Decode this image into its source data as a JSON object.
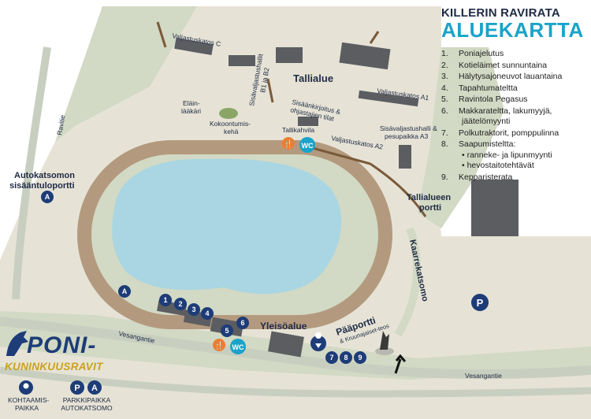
{
  "title": {
    "line1": "KILLERIN RAVIRATA",
    "line2": "ALUEKARTTA"
  },
  "legend": [
    {
      "num": "1.",
      "text": "Poniajelutus"
    },
    {
      "num": "2.",
      "text": "Kotieläimet sunnuntaina"
    },
    {
      "num": "3.",
      "text": "Hälytysajoneuvot lauantaina"
    },
    {
      "num": "4.",
      "text": "Tapahtumateltta"
    },
    {
      "num": "5.",
      "text": "Ravintola Pegasus"
    },
    {
      "num": "6.",
      "text": "Makkarateltta, lakumyyjä,",
      "text2": "jäätelömyynti"
    },
    {
      "num": "7.",
      "text": "Polkutraktorit, pomppulinna"
    },
    {
      "num": "8.",
      "text": "Saapumisteltta:",
      "text2": "• ranneke- ja lipunmyynti",
      "text3": "• hevostaitotehtävät"
    },
    {
      "num": "9.",
      "text": "Kepparisterata"
    }
  ],
  "labels": {
    "valjastuskatos_c": "Valjastuskatos C",
    "sisavaljastushallit_line1": "Sisävaljastushallit",
    "sisavaljastushallit_line2": "B1 ja B2",
    "tallialue": "Tallialue",
    "valjastuskatos_a1": "Valjastuskatos A1",
    "elainlaakari_line1": "Eläin-",
    "elainlaakari_line2": "lääkäri",
    "kokoontumiskeha_line1": "Kokoontumis-",
    "kokoontumiskeha_line2": "kehä",
    "sisaankirjoitus_line1": "Sisäänkirjoitus &",
    "sisaankirjoitus_line2": "ohjastajien tilat",
    "tallikahvila": "Tallikahvila",
    "valjastuskatos_a2": "Valjastuskatos A2",
    "sisavaljastushalli_a3_line1": "Sisävaljastushalli &",
    "sisavaljastushalli_a3_line2": "pesupaikka A3",
    "ravitie": "Ravitie",
    "autokatsomo_line1": "Autokatsomon",
    "autokatsomo_line2": "sisääntuloportti",
    "tallialueen_portti_line1": "Tallialueen",
    "tallialueen_portti_line2": "portti",
    "kaarrekatsomo": "Kaarrekatsomo",
    "paaportti": "Pääportti",
    "kruunajaiset": "& Kruunajaiset-teos",
    "yleisoalue": "Yleisöalue",
    "vesangantie_left": "Vesangantie",
    "vesangantie_right": "Vesangantie"
  },
  "markers": {
    "wc": "WC",
    "parking": "P",
    "autokatsomo": "A",
    "n1": "1",
    "n2": "2",
    "n3": "3",
    "n4": "4",
    "n5": "5",
    "n6": "6",
    "n7": "7",
    "n8": "8",
    "n9": "9"
  },
  "brand": {
    "name": "PONI-",
    "subtitle": "KUNINKUUSRAVIT"
  },
  "key": {
    "meeting_line1": "KOHTAAMIS-",
    "meeting_line2": "PAIKKA",
    "parking_line1": "PARKKIPAIKKA",
    "parking_line2": "AUTOKATSOMO",
    "p_symbol": "P",
    "a_symbol": "A"
  },
  "colors": {
    "ground": "#e6e3d6",
    "grass": "#d2d9c4",
    "track": "#b39a7e",
    "infield": "#d2d9c4",
    "water": "#a9d6e2",
    "building": "#5b5d61",
    "road": "#c8cfc0",
    "navy": "#1d3c78",
    "orange": "#ee7d2f",
    "teal": "#1aa3c9",
    "fence": "#7a5a3a"
  }
}
